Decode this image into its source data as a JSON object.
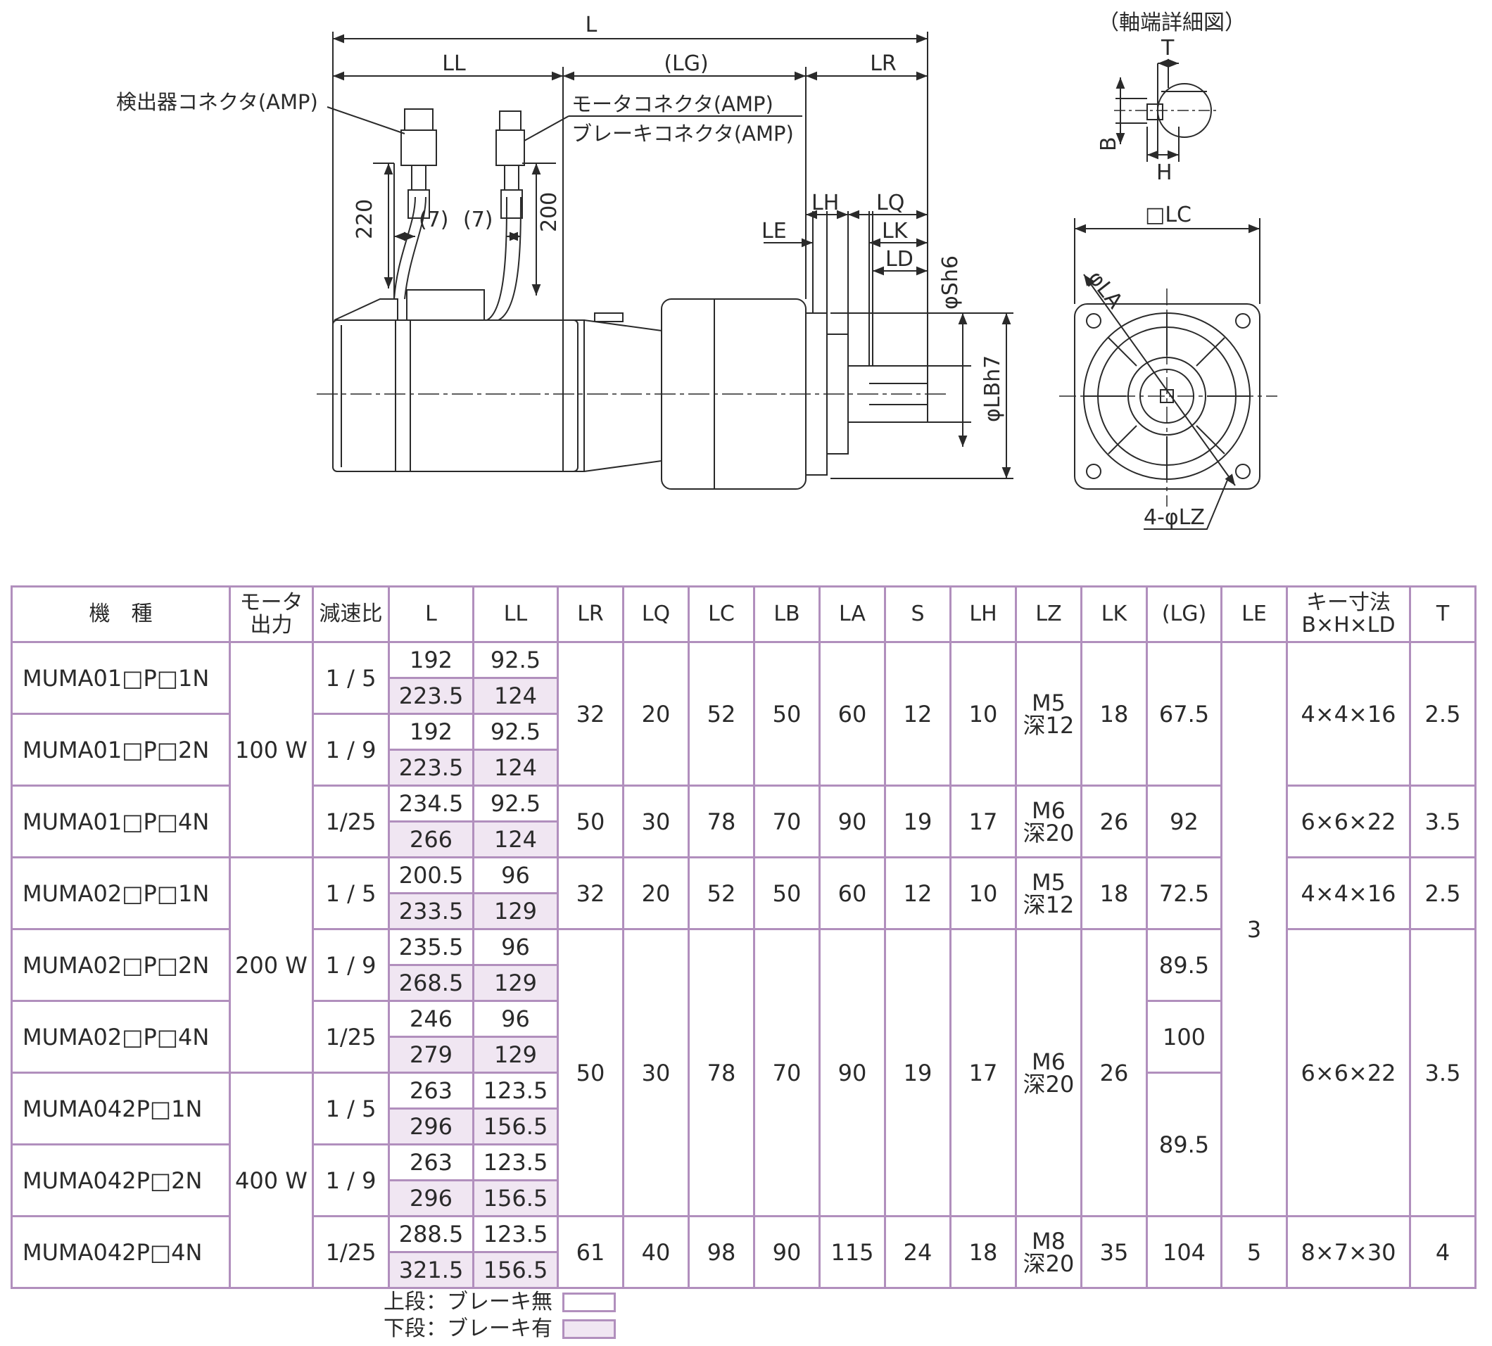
{
  "drawing": {
    "dims": {
      "L": "L",
      "LL": "LL",
      "LG": "(LG)",
      "LR": "LR",
      "LH": "LH",
      "LQ": "LQ",
      "LE": "LE",
      "LK": "LK",
      "LD": "LD",
      "S": "φSh6",
      "LB": "φLBh7",
      "LC": "□LC",
      "LA": "φLA",
      "LZ": "4-φLZ",
      "c220": "220",
      "c200": "200",
      "c7a": "(7)",
      "c7b": "(7)"
    },
    "labels": {
      "encoder": "検出器コネクタ(AMP)",
      "motor": "モータコネクタ(AMP)",
      "brake": "ブレーキコネクタ(AMP)"
    },
    "shaft_detail": {
      "title": "（軸端詳細図）",
      "T": "T",
      "B": "B",
      "H": "H"
    }
  },
  "table": {
    "headers": {
      "model": "機　種",
      "output": "モータ\n出力",
      "ratio": "減速比",
      "L": "L",
      "LL": "LL",
      "LR": "LR",
      "LQ": "LQ",
      "LC": "LC",
      "LB": "LB",
      "LA": "LA",
      "S": "S",
      "LH": "LH",
      "LZ": "LZ",
      "LK": "LK",
      "LG": "(LG)",
      "LE": "LE",
      "key": "キー寸法\nB×H×LD",
      "T": "T"
    },
    "models": [
      "MUMA01□P□1N",
      "MUMA01□P□2N",
      "MUMA01□P□4N",
      "MUMA02□P□1N",
      "MUMA02□P□2N",
      "MUMA02□P□4N",
      "MUMA042P□1N",
      "MUMA042P□2N",
      "MUMA042P□4N"
    ],
    "outputs": [
      "100 W",
      "200 W",
      "400 W"
    ],
    "ratios": [
      "1 / 5",
      "1 / 9",
      "1/25",
      "1 / 5",
      "1 / 9",
      "1/25",
      "1 / 5",
      "1 / 9",
      "1/25"
    ],
    "L": [
      [
        "192",
        "223.5"
      ],
      [
        "192",
        "223.5"
      ],
      [
        "234.5",
        "266"
      ],
      [
        "200.5",
        "233.5"
      ],
      [
        "235.5",
        "268.5"
      ],
      [
        "246",
        "279"
      ],
      [
        "263",
        "296"
      ],
      [
        "263",
        "296"
      ],
      [
        "288.5",
        "321.5"
      ]
    ],
    "LL": [
      [
        "92.5",
        "124"
      ],
      [
        "92.5",
        "124"
      ],
      [
        "92.5",
        "124"
      ],
      [
        "96",
        "129"
      ],
      [
        "96",
        "129"
      ],
      [
        "96",
        "129"
      ],
      [
        "123.5",
        "156.5"
      ],
      [
        "123.5",
        "156.5"
      ],
      [
        "123.5",
        "156.5"
      ]
    ],
    "groupA": {
      "LR": "32",
      "LQ": "20",
      "LC": "52",
      "LB": "50",
      "LA": "60",
      "S": "12",
      "LH": "10",
      "LZ": "M5\n深12",
      "LK": "18",
      "LG": "67.5",
      "key": "4×4×16",
      "T": "2.5"
    },
    "groupB": {
      "LR": "50",
      "LQ": "30",
      "LC": "78",
      "LB": "70",
      "LA": "90",
      "S": "19",
      "LH": "17",
      "LZ": "M6\n深20",
      "LK": "26",
      "LG": "92",
      "key": "6×6×22",
      "T": "3.5"
    },
    "groupC": {
      "LR": "32",
      "LQ": "20",
      "LC": "52",
      "LB": "50",
      "LA": "60",
      "S": "12",
      "LH": "10",
      "LZ": "M5\n深12",
      "LK": "18",
      "LG": "72.5",
      "key": "4×4×16",
      "T": "2.5"
    },
    "groupD": {
      "LR": "50",
      "LQ": "30",
      "LC": "78",
      "LB": "70",
      "LA": "90",
      "S": "19",
      "LH": "17",
      "LZ": "M6\n深20",
      "LK": "26",
      "LG_2N": "89.5",
      "LG_4N": "100",
      "LG_400": "89.5",
      "key": "6×6×22",
      "T": "3.5"
    },
    "groupE": {
      "LR": "61",
      "LQ": "40",
      "LC": "98",
      "LB": "90",
      "LA": "115",
      "S": "24",
      "LH": "18",
      "LZ": "M8\n深20",
      "LK": "35",
      "LG": "104",
      "LE": "5",
      "key": "8×7×30",
      "T": "4"
    },
    "LE_common": "3"
  },
  "legend": {
    "upper": "上段：ブレーキ無",
    "lower": "下段：ブレーキ有"
  },
  "colors": {
    "border": "#b18fbd",
    "shade": "#f0e6f2",
    "ink": "#2a2a2a"
  }
}
